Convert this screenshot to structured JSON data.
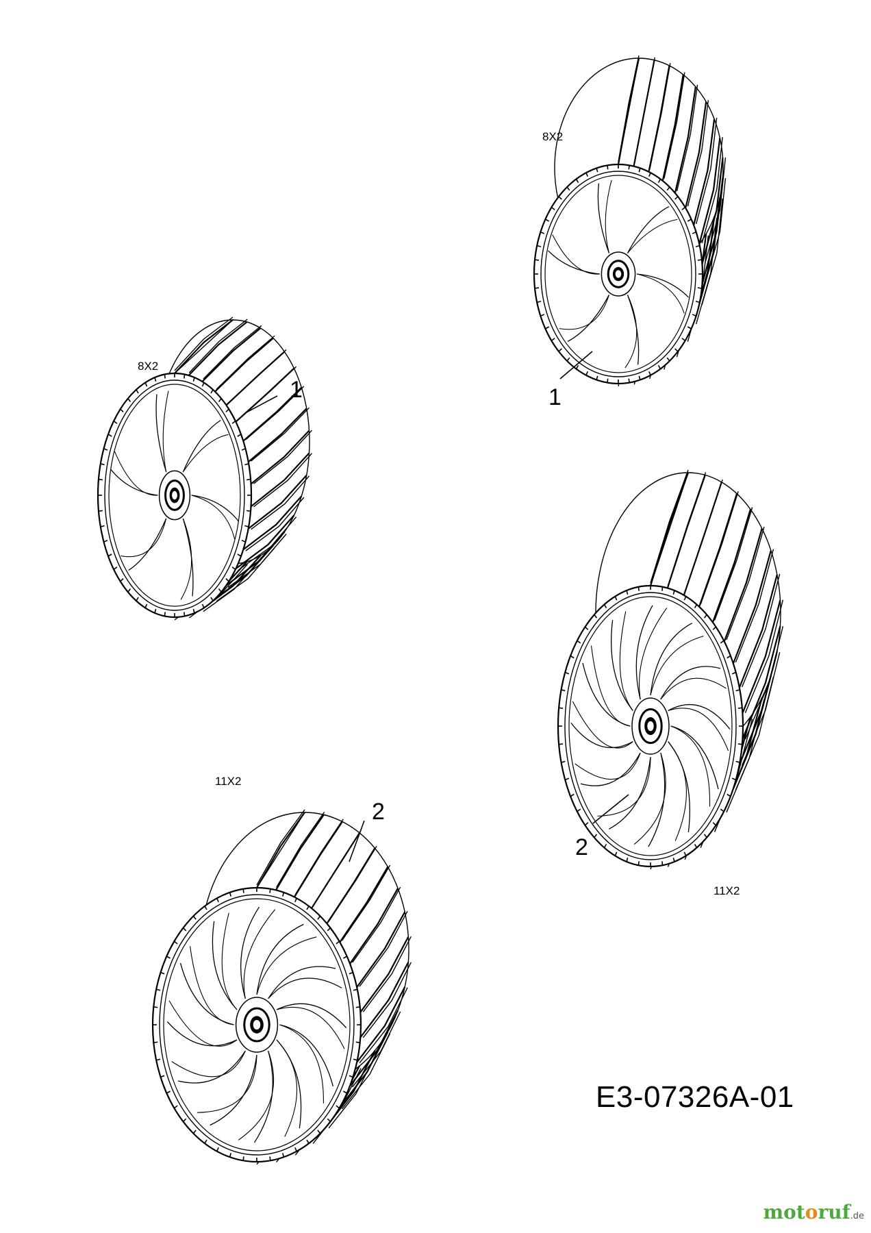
{
  "parts": [
    {
      "number": "1",
      "quantity": "8X2"
    },
    {
      "number": "1",
      "quantity": "8X2"
    },
    {
      "number": "2",
      "quantity": "11X2"
    },
    {
      "number": "2",
      "quantity": "11X2"
    }
  ],
  "drawing_number": "E3-07326A-01",
  "watermark": {
    "part1": "mot",
    "part2": "o",
    "part3": "ruf",
    "tld": ".de"
  },
  "colors": {
    "line": "#000000",
    "watermark_green": "#4ea83a",
    "watermark_orange": "#e58a19"
  },
  "icons": [
    "wheel-drawing"
  ]
}
